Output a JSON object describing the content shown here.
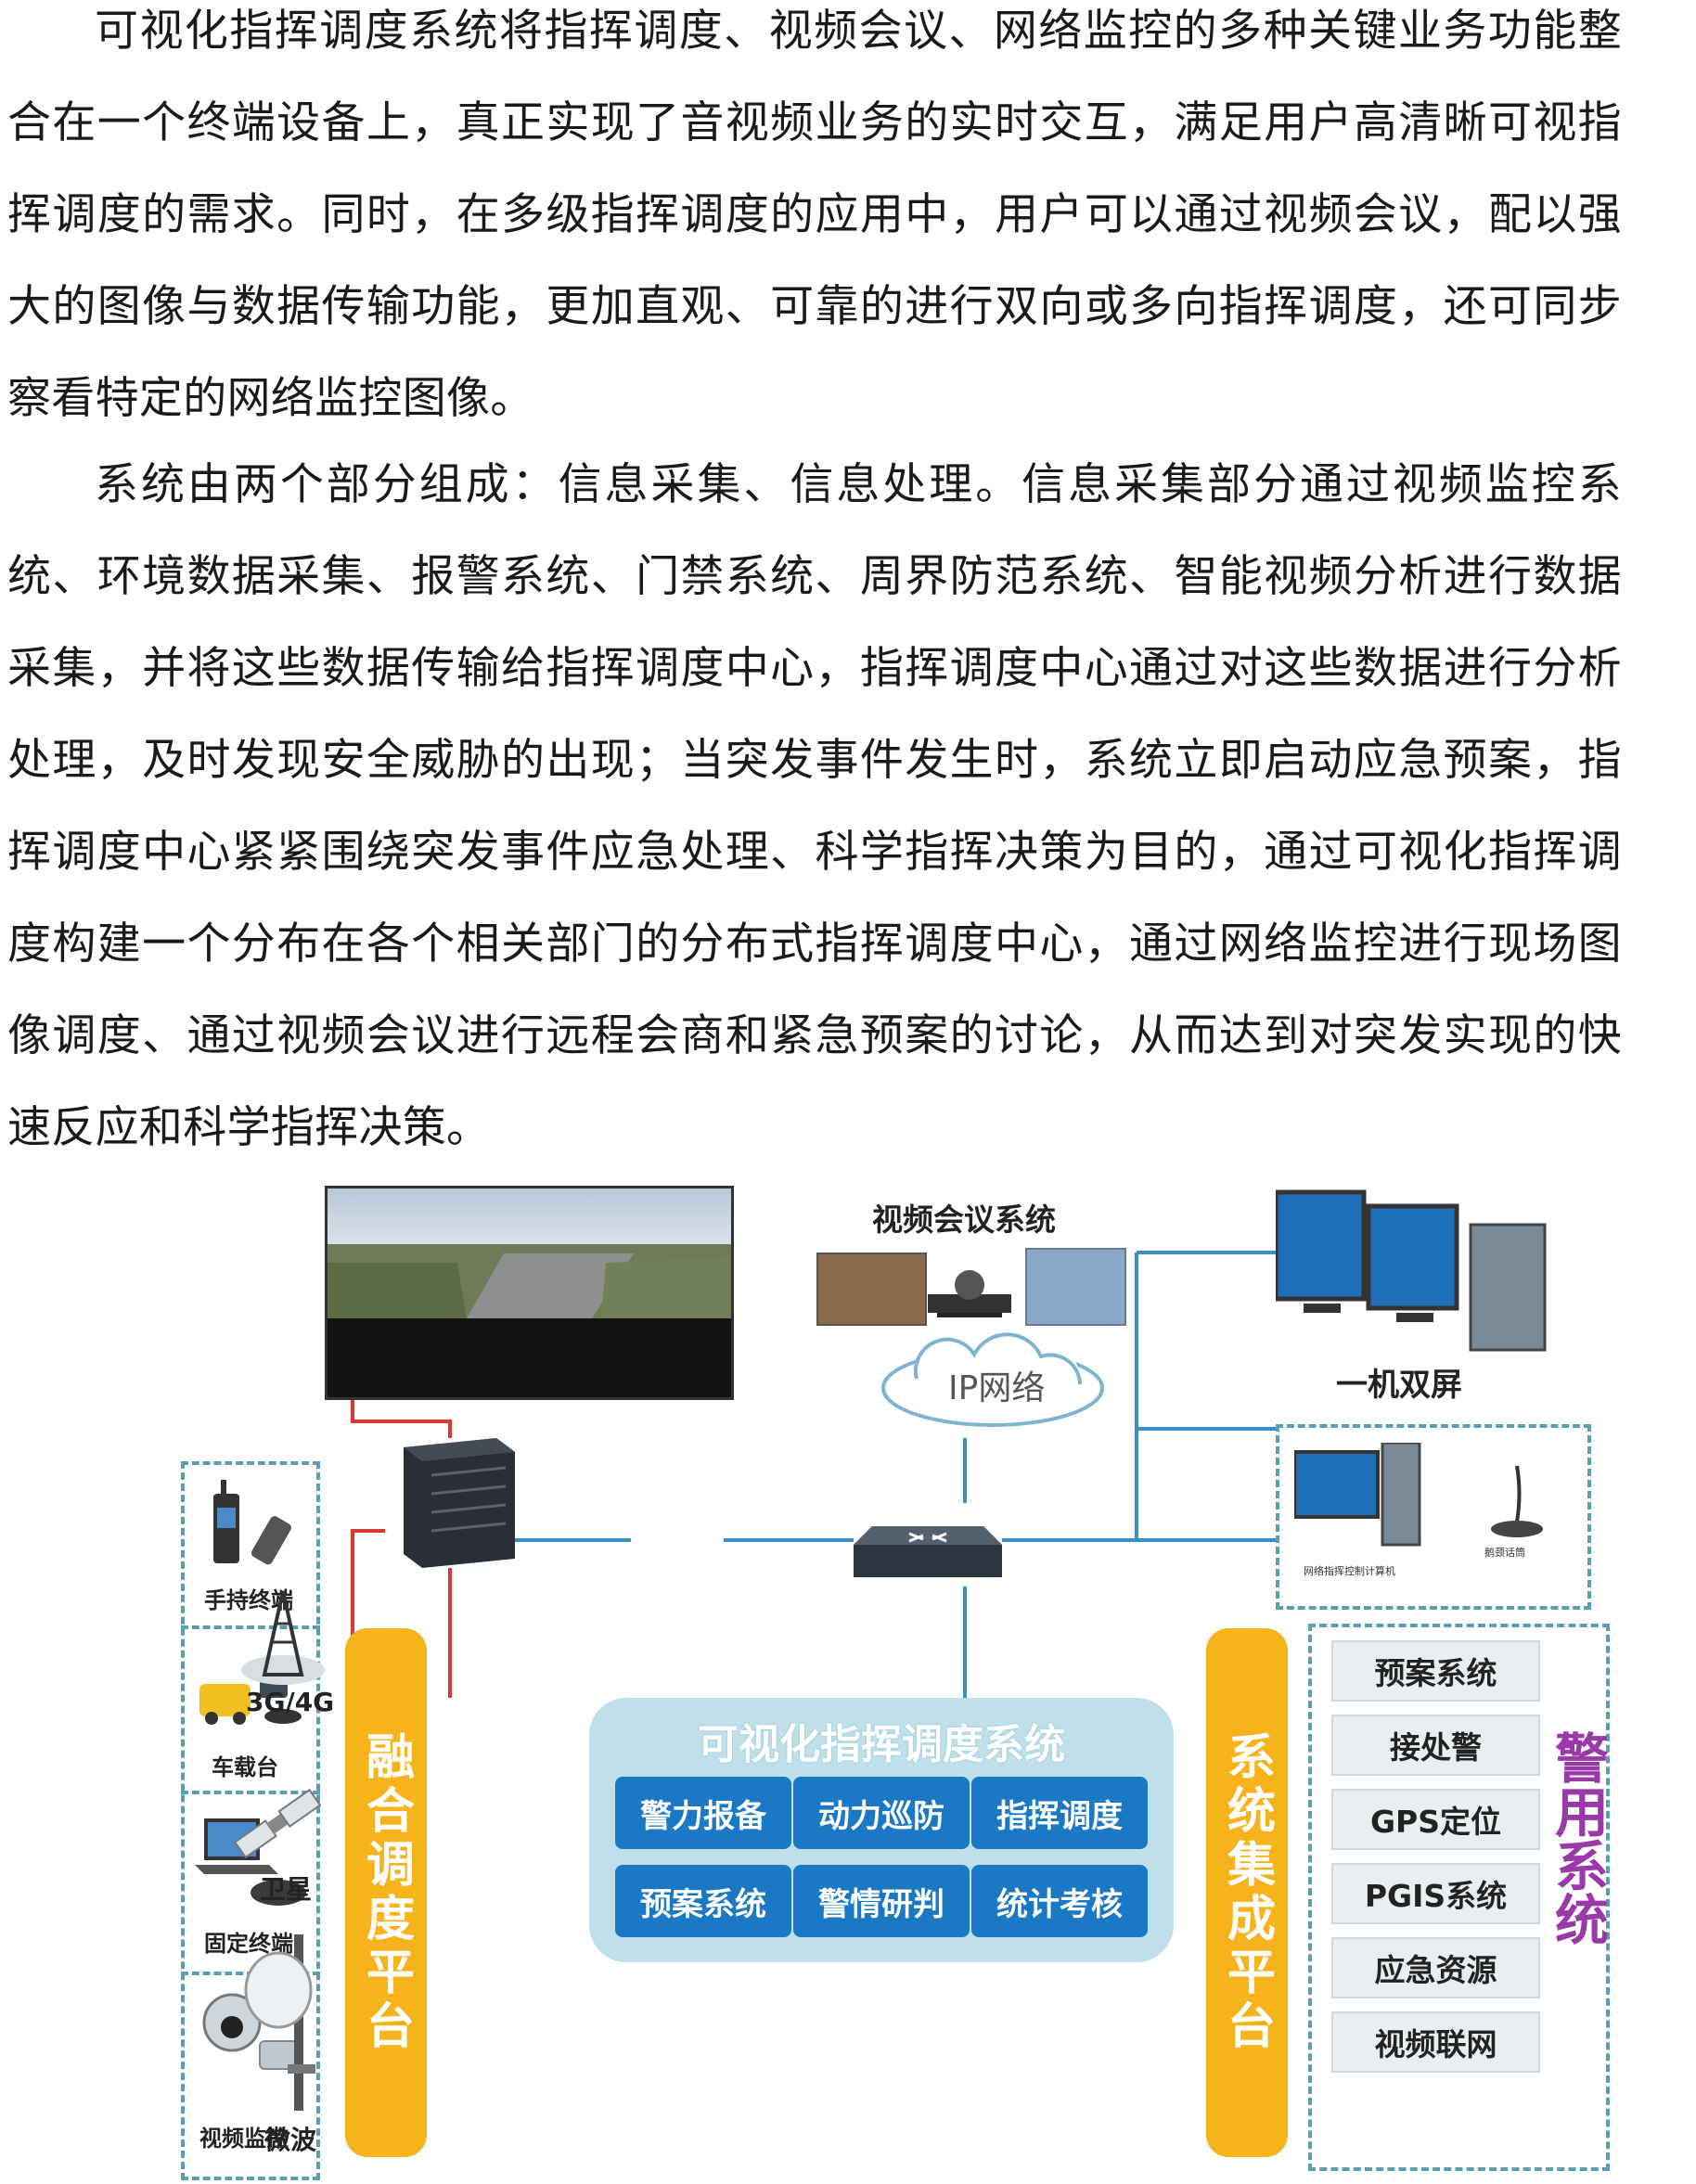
{
  "paragraphs": [
    "可视化指挥调度系统将指挥调度、视频会议、网络监控的多种关键业务功能整合在一个终端设备上，真正实现了音视频业务的实时交互，满足用户高清晰可视指挥调度的需求。同时，在多级指挥调度的应用中，用户可以通过视频会议，配以强大的图像与数据传输功能，更加直观、可靠的进行双向或多向指挥调度，还可同步察看特定的网络监控图像。",
    "系统由两个部分组成：信息采集、信息处理。信息采集部分通过视频监控系统、环境数据采集、报警系统、门禁系统、周界防范系统、智能视频分析进行数据采集，并将这些数据传输给指挥调度中心，指挥调度中心通过对这些数据进行分析处理，及时发现安全威胁的出现；当突发事件发生时，系统立即启动应急预案，指挥调度中心紧紧围绕突发事件应急处理、科学指挥决策为目的，通过可视化指挥调度构建一个分布在各个相关部门的分布式指挥调度中心，通过网络监控进行现场图像调度、通过视频会议进行远程会商和紧急预案的讨论，从而达到对突发实现的快速反应和科学指挥决策。"
  ],
  "diagram": {
    "video_conf_label": "视频会议系统",
    "ip_network_label": "IP网络",
    "dual_screen_label": "一机双屏",
    "network_cmd_label": "网络指挥控制计算机",
    "gooseneck_label": "鹅颈话筒",
    "terminals": [
      "手持终端",
      "车载台",
      "固定终端",
      "视频监控"
    ],
    "transmission": [
      "3G/4G",
      "卫星",
      "微波"
    ],
    "fusion_platform": "融合调度平台",
    "integration_platform": "系统集成平台",
    "center_title": "可视化指挥调度系统",
    "center_tiles": [
      "警力报备",
      "动力巡防",
      "指挥调度",
      "预案系统",
      "警情研判",
      "统计考核"
    ],
    "police_systems": [
      "预案系统",
      "接处警",
      "GPS定位",
      "PGIS系统",
      "应急资源",
      "视频联网"
    ],
    "police_label": "警用系统",
    "colors": {
      "accent_orange": "#f6b31b",
      "tile_blue": "#1a78c4",
      "panel_lightblue": "#bfe0ea",
      "link_blue": "#3a8fc4",
      "link_red": "#d83a32",
      "dashed_border": "#5a9fb0",
      "police_purple": "#9a3aa8"
    }
  }
}
